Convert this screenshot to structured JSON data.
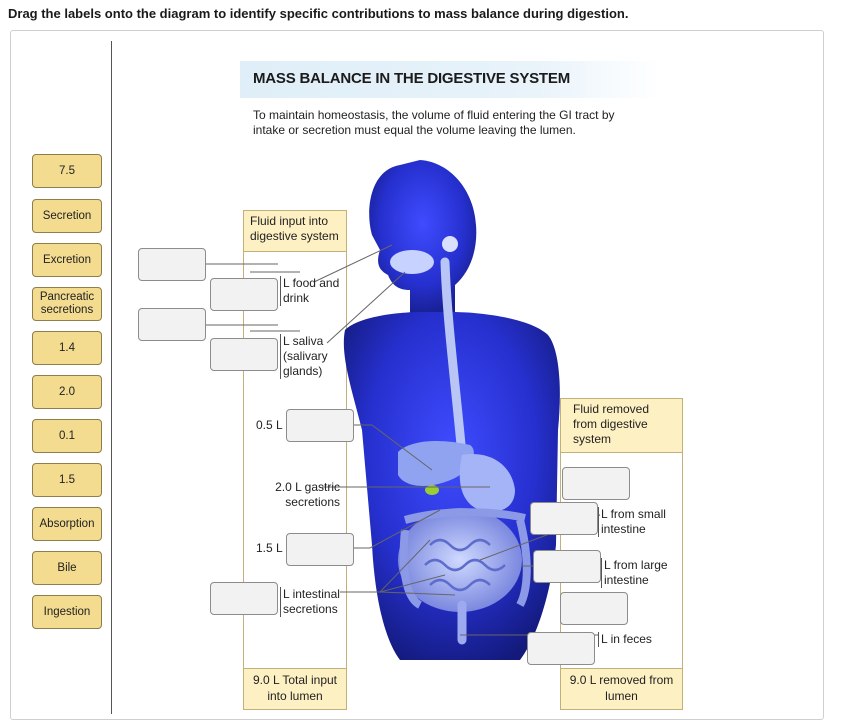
{
  "instruction": "Drag the labels onto the diagram to identify specific contributions to mass balance during digestion.",
  "label_bank": [
    "7.5",
    "Secretion",
    "Excretion",
    "Pancreatic secretions",
    "1.4",
    "2.0",
    "0.1",
    "1.5",
    "Absorption",
    "Bile",
    "Ingestion"
  ],
  "diagram": {
    "title": "MASS BALANCE IN THE DIGESTIVE SYSTEM",
    "subtitle": "To maintain homeostasis, the volume of fluid entering the GI tract by intake or secretion must equal the volume leaving the lumen.",
    "input_header": "Fluid input into digestive system",
    "input_items": {
      "food": "L food and drink",
      "saliva": "L saliva (salivary glands)",
      "bile_prefix": "0.5 L",
      "gastric": "2.0 L gastric secretions",
      "pancreatic_prefix": "1.5 L",
      "intestinal": "L intestinal secretions"
    },
    "input_total": "9.0 L Total input into lumen",
    "output_header": "Fluid removed from digestive system",
    "output_items": {
      "small": "L from small intestine",
      "large": "L from large intestine",
      "feces": "L in feces"
    },
    "output_total": "9.0 L removed from lumen"
  },
  "colors": {
    "chip": "#f3db8f",
    "header": "#fdf0c3",
    "drop_zone": "#f2f2f2",
    "body": "#2a34d8"
  }
}
